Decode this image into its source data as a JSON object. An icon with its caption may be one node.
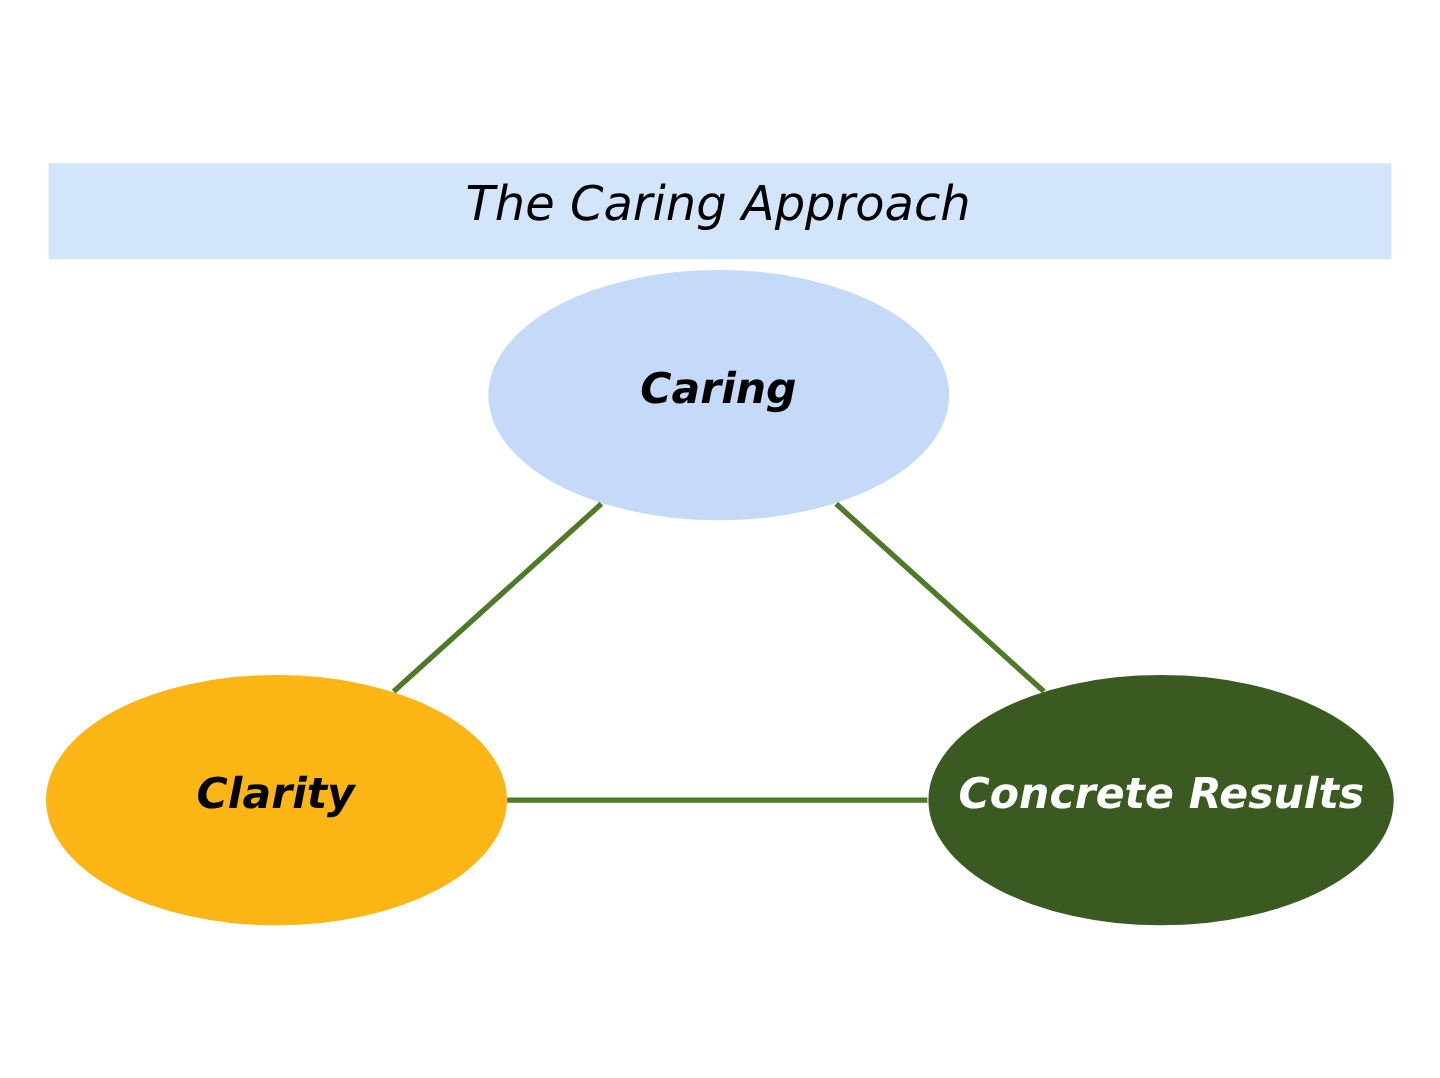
{
  "diagram": {
    "title": "The Caring Approach",
    "nodes": [
      {
        "text": [
          "Caring"
        ]
      },
      {
        "text": [
          "Concrete Results"
        ]
      },
      {
        "text": [
          "Clarity"
        ]
      }
    ],
    "edges": [
      {
        "from": 0,
        "to": 2,
        "arrow": "none",
        "color": "#4f7a28"
      },
      {
        "from": 2,
        "to": 1,
        "arrow": "none",
        "color": "#4f7a28"
      },
      {
        "from": 1,
        "to": 0,
        "arrow": "none",
        "color": "#4f7a28"
      }
    ]
  }
}
